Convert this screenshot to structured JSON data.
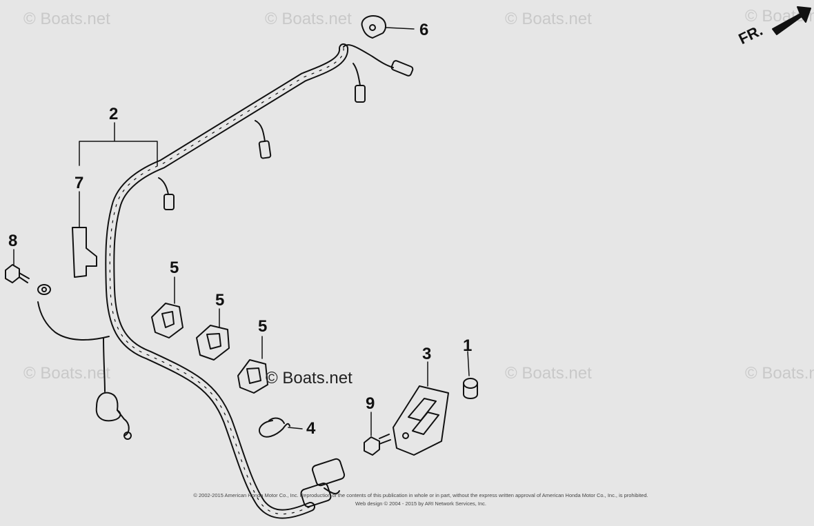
{
  "watermark": "© Boats.net",
  "center_brand": "© Boats.net",
  "direction_label": "FR.",
  "callouts": {
    "c1": "1",
    "c2": "2",
    "c3": "3",
    "c4": "4",
    "c5a": "5",
    "c5b": "5",
    "c5c": "5",
    "c6": "6",
    "c7": "7",
    "c8": "8",
    "c9": "9"
  },
  "footer": {
    "line1": "© 2002-2015 American Honda Motor Co., Inc. Reproduction of the contents of this publication in whole or in part, without the express written approval of American Honda Motor Co., Inc., is prohibited.",
    "line2": "Web design © 2004 - 2015 by ARI Network Services, Inc."
  },
  "colors": {
    "background": "#e6e6e6",
    "ink": "#111111",
    "watermark": "#c9c9c9"
  }
}
